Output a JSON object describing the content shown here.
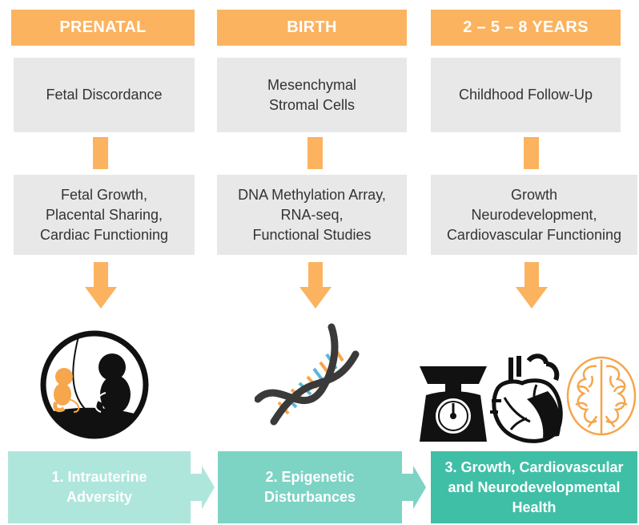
{
  "columns": [
    {
      "header": "PRENATAL",
      "box1": "Fetal Discordance",
      "box2": "Fetal Growth,\nPlacental Sharing,\nCardiac Functioning",
      "outcome": "1. Intrauterine\nAdversity",
      "outcome_color": "#aee6dc"
    },
    {
      "header": "BIRTH",
      "box1": "Mesenchymal\nStromal Cells",
      "box2": "DNA Methylation Array,\nRNA-seq,\nFunctional Studies",
      "outcome": "2. Epigenetic\nDisturbances",
      "outcome_color": "#7dd3c4"
    },
    {
      "header": "2 – 5 – 8 YEARS",
      "box1": "Childhood Follow-Up",
      "box2": "Growth\nNeurodevelopment,\nCardiovascular Functioning",
      "outcome": "3. Growth, Cardiovascular\nand Neurodevelopmental\nHealth",
      "outcome_color": "#3fbfa6"
    }
  ],
  "colors": {
    "orange": "#fbb35f",
    "grey_box": "#e8e8e8",
    "teal_light": "#aee6dc",
    "teal_mid": "#7dd3c4",
    "teal_dark": "#3fbfa6"
  },
  "icons": [
    "womb-twins-icon",
    "dna-helix-icon",
    "scale-icon",
    "heart-icon",
    "brain-icon"
  ]
}
